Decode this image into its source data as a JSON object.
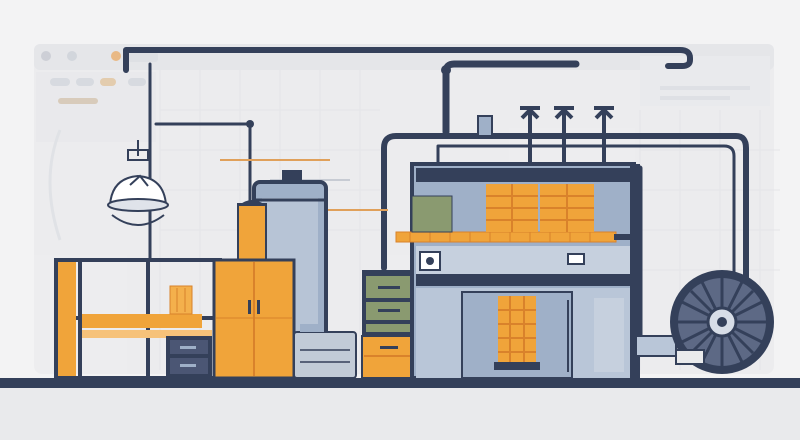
{
  "scene": {
    "palette": {
      "background": "#f3f3f4",
      "navy": "#34405a",
      "steel_blue": "#9fb0c8",
      "light_blue": "#b9c6d8",
      "orange": "#f0a43a",
      "orange_dark": "#d9822b",
      "olive": "#8a9a70",
      "ghost_ui": "#e6e7ea",
      "floor": "#e9eaec"
    },
    "icons": [
      "factory-illustration",
      "pipe-network",
      "hanging-lamp-icon",
      "cylindrical-tank",
      "orange-cabinet",
      "open-shelving-rack",
      "control-cabinet",
      "drawer-cabinet",
      "production-machine",
      "valve-icon",
      "cable-reel-wheel",
      "conveyor-belt"
    ]
  }
}
